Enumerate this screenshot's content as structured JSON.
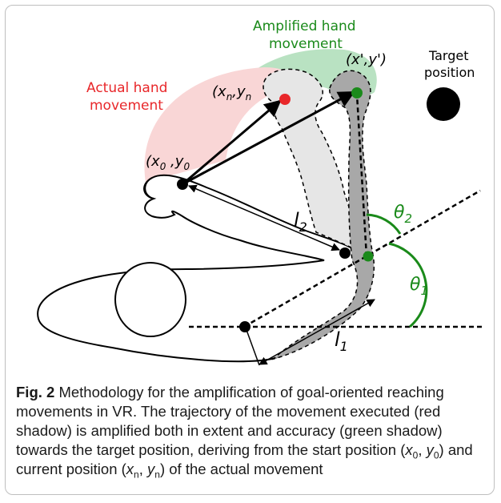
{
  "figure": {
    "labels": {
      "amplified_line1": "Amplified hand",
      "amplified_line2": "movement",
      "actual_line1": "Actual hand",
      "actual_line2": "movement",
      "target_line1": "Target",
      "target_line2": "position",
      "x_prime": "(x',y')",
      "xn": "(x",
      "xn_sub": "n",
      "yn": ",y",
      "yn_sub": "n",
      "x0": "(x",
      "x0_sub": "0",
      "y0": " ,y",
      "y0_sub": "0",
      "l2": "l",
      "l2_sub": "2",
      "l1": "l",
      "l1_sub": "1",
      "theta2": "θ",
      "theta2_sub": "2",
      "theta1": "θ",
      "theta1_sub": "1"
    },
    "colors": {
      "green": "#1a8a1a",
      "red": "#e8272a",
      "green_shadow": "#b9e2c2",
      "red_shadow": "#f9d6d6",
      "grey_light": "#e6e6e6",
      "grey_dark": "#a8a8a8"
    }
  },
  "caption": {
    "fig_label": "Fig. 2",
    "text_part1": " Methodology for the amplification of goal-oriented reaching movements in VR. The trajectory of the movement executed (red shadow) is amplified both in extent and accuracy (green shadow) towards the target position, deriving from the start position (",
    "x0_x": "x",
    "x0_sub": "0",
    "x0_sep": ", ",
    "y0_y": "y",
    "y0_sub": "0",
    "text_part2": ") and current position (",
    "xn_x": "x",
    "xn_sub": "n",
    "xn_sep": ", ",
    "yn_y": "y",
    "yn_sub": "n",
    "text_part3": ") of the actual movement"
  }
}
